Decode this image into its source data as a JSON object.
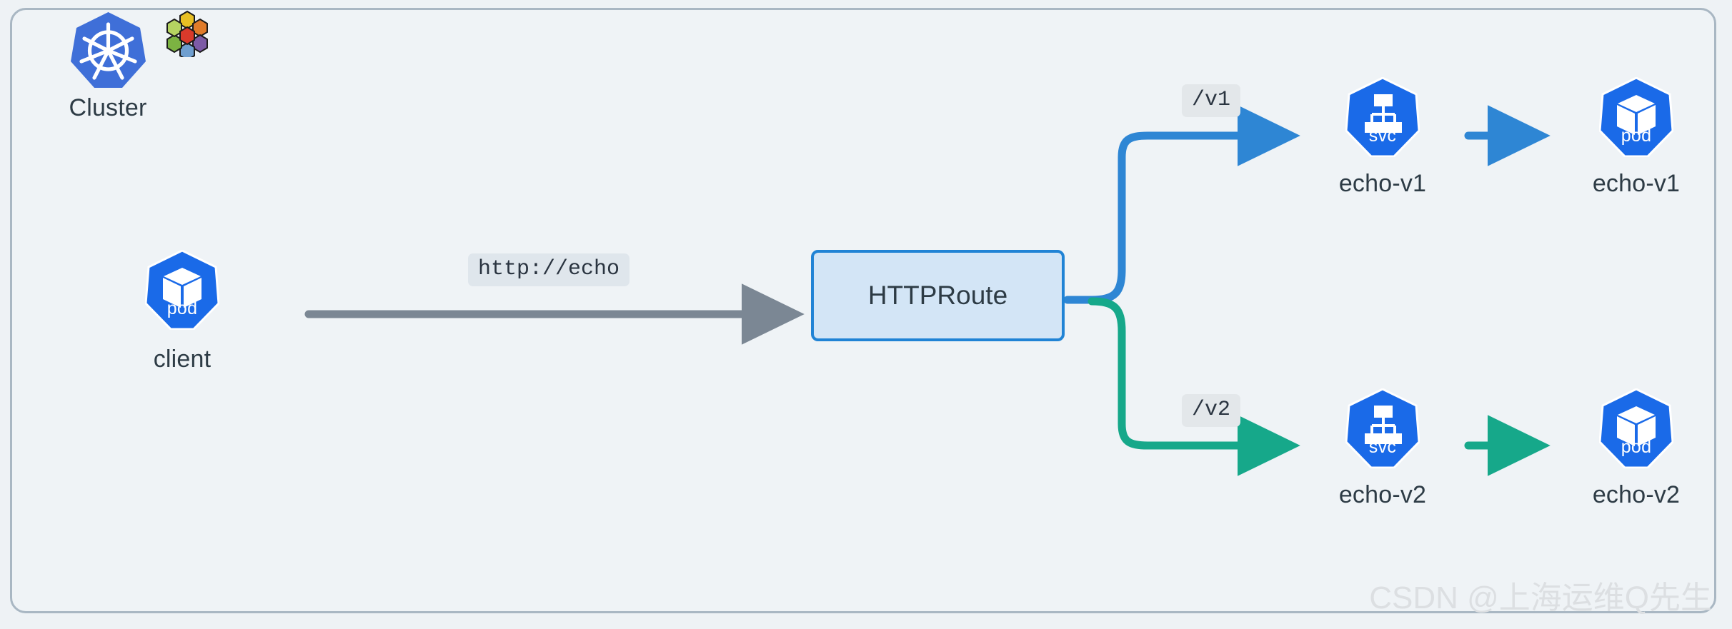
{
  "diagram": {
    "title": "Kubernetes Gateway API HTTPRoute traffic split",
    "colors": {
      "page_background": "#eef2f5",
      "panel_border": "#a9b7c3",
      "k8s_blue": "#1a6ae8",
      "route_fill": "#d3e5f6",
      "route_border": "#2083d5",
      "arrow_blue": "#2e86d4",
      "arrow_green": "#16a88a",
      "arrow_gray": "#7b8794",
      "label_text": "#2d3b45",
      "chip_background": "#e3e7ea"
    }
  },
  "cluster": {
    "label": "Cluster",
    "logo_icon": "kubernetes-helm-wheel-icon",
    "hex_icon": "hexagon-cluster-icon",
    "hex_colors": [
      "#b5d361",
      "#e8c024",
      "#e07b2a",
      "#7d5ba6",
      "#d93a2b",
      "#6f9fd0",
      "#7cb342"
    ]
  },
  "client": {
    "label": "client",
    "icon": "pod-icon",
    "icon_text": "pod"
  },
  "request": {
    "url": "http://echo"
  },
  "route": {
    "label": "HTTPRoute"
  },
  "branches": [
    {
      "path": "/v1",
      "color": "#2e86d4",
      "service": {
        "label": "echo-v1",
        "icon": "service-icon",
        "icon_text": "svc"
      },
      "pod": {
        "label": "echo-v1",
        "icon": "pod-icon",
        "icon_text": "pod"
      }
    },
    {
      "path": "/v2",
      "color": "#16a88a",
      "service": {
        "label": "echo-v2",
        "icon": "service-icon",
        "icon_text": "svc"
      },
      "pod": {
        "label": "echo-v2",
        "icon": "pod-icon",
        "icon_text": "pod"
      }
    }
  ],
  "watermark": {
    "text": "CSDN @上海运维Q先生"
  }
}
